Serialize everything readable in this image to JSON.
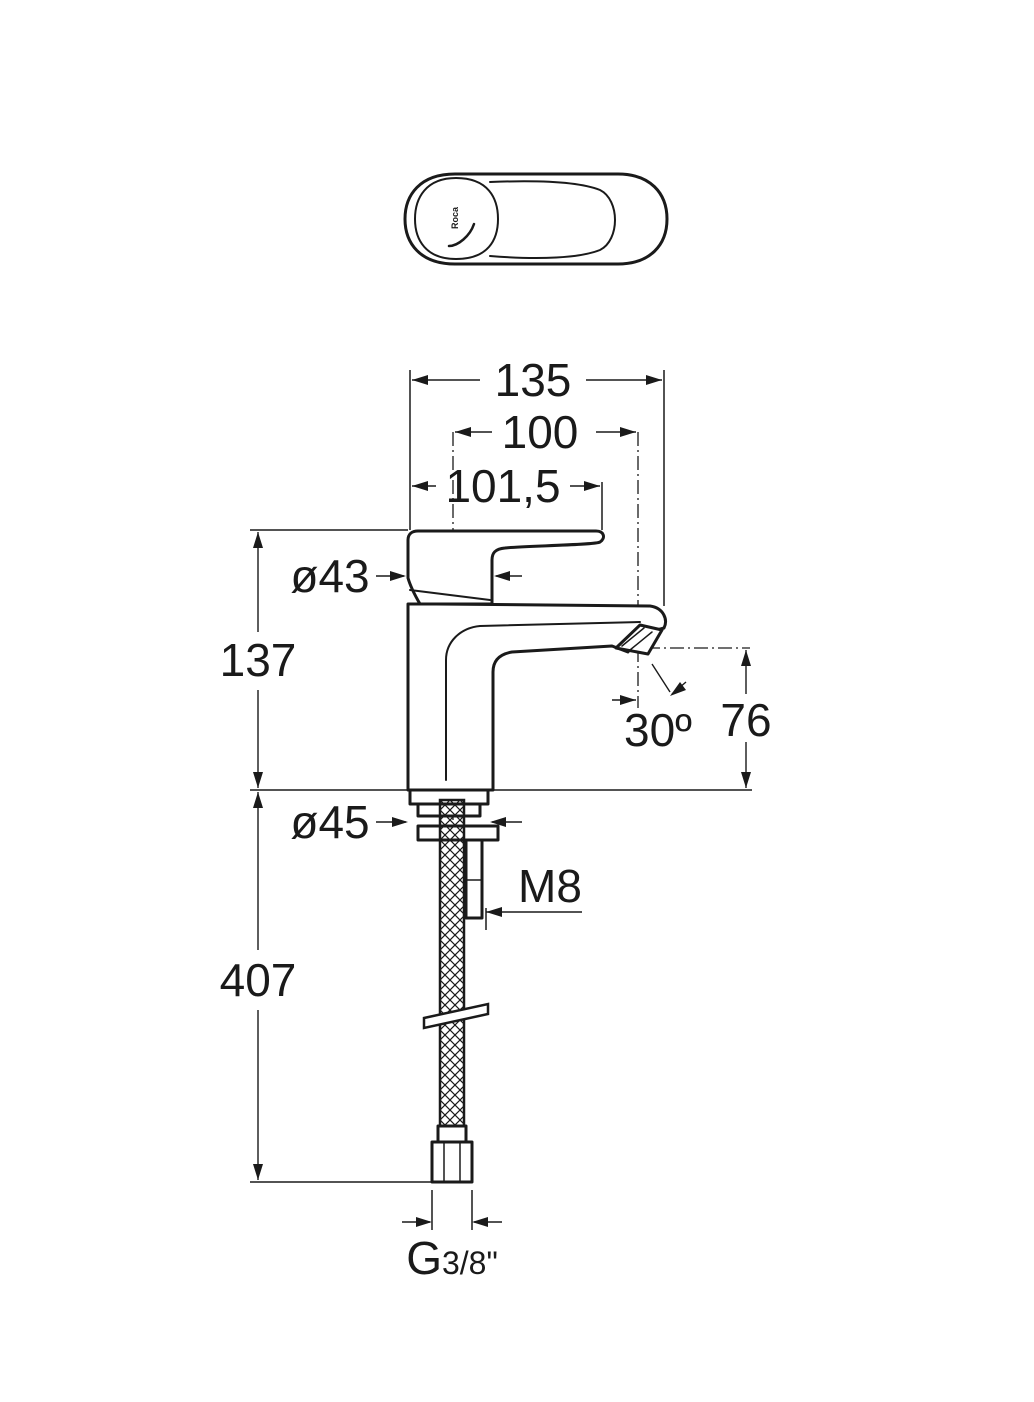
{
  "brand": {
    "logo_text": "Roca"
  },
  "dimensions": {
    "total_width": "135",
    "axis_to_spout": "100",
    "handle_reach": "101,5",
    "handle_diameter": "ø43",
    "body_height": "137",
    "spout_angle": "30º",
    "spout_height": "76",
    "base_diameter": "ø45",
    "rod_thread": "M8",
    "hose_length": "407",
    "connection_thread_prefix": "G",
    "connection_thread_fraction": "3/8\""
  }
}
